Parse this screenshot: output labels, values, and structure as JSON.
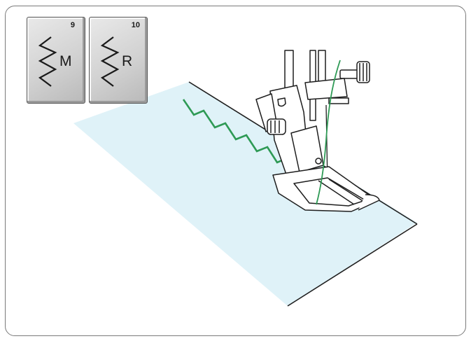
{
  "pattern_keys": [
    {
      "number": "9",
      "letter": "M",
      "icon": "zigzag-stitch-icon"
    },
    {
      "number": "10",
      "letter": "R",
      "icon": "zigzag-stitch-icon"
    }
  ],
  "colors": {
    "fabric": "#dff2f8",
    "stitch": "#2e9a55",
    "thread": "#2e9a55",
    "outline": "#1e1e1e",
    "key_face": "#d2d2d2",
    "frame": "#7a7a7a"
  }
}
